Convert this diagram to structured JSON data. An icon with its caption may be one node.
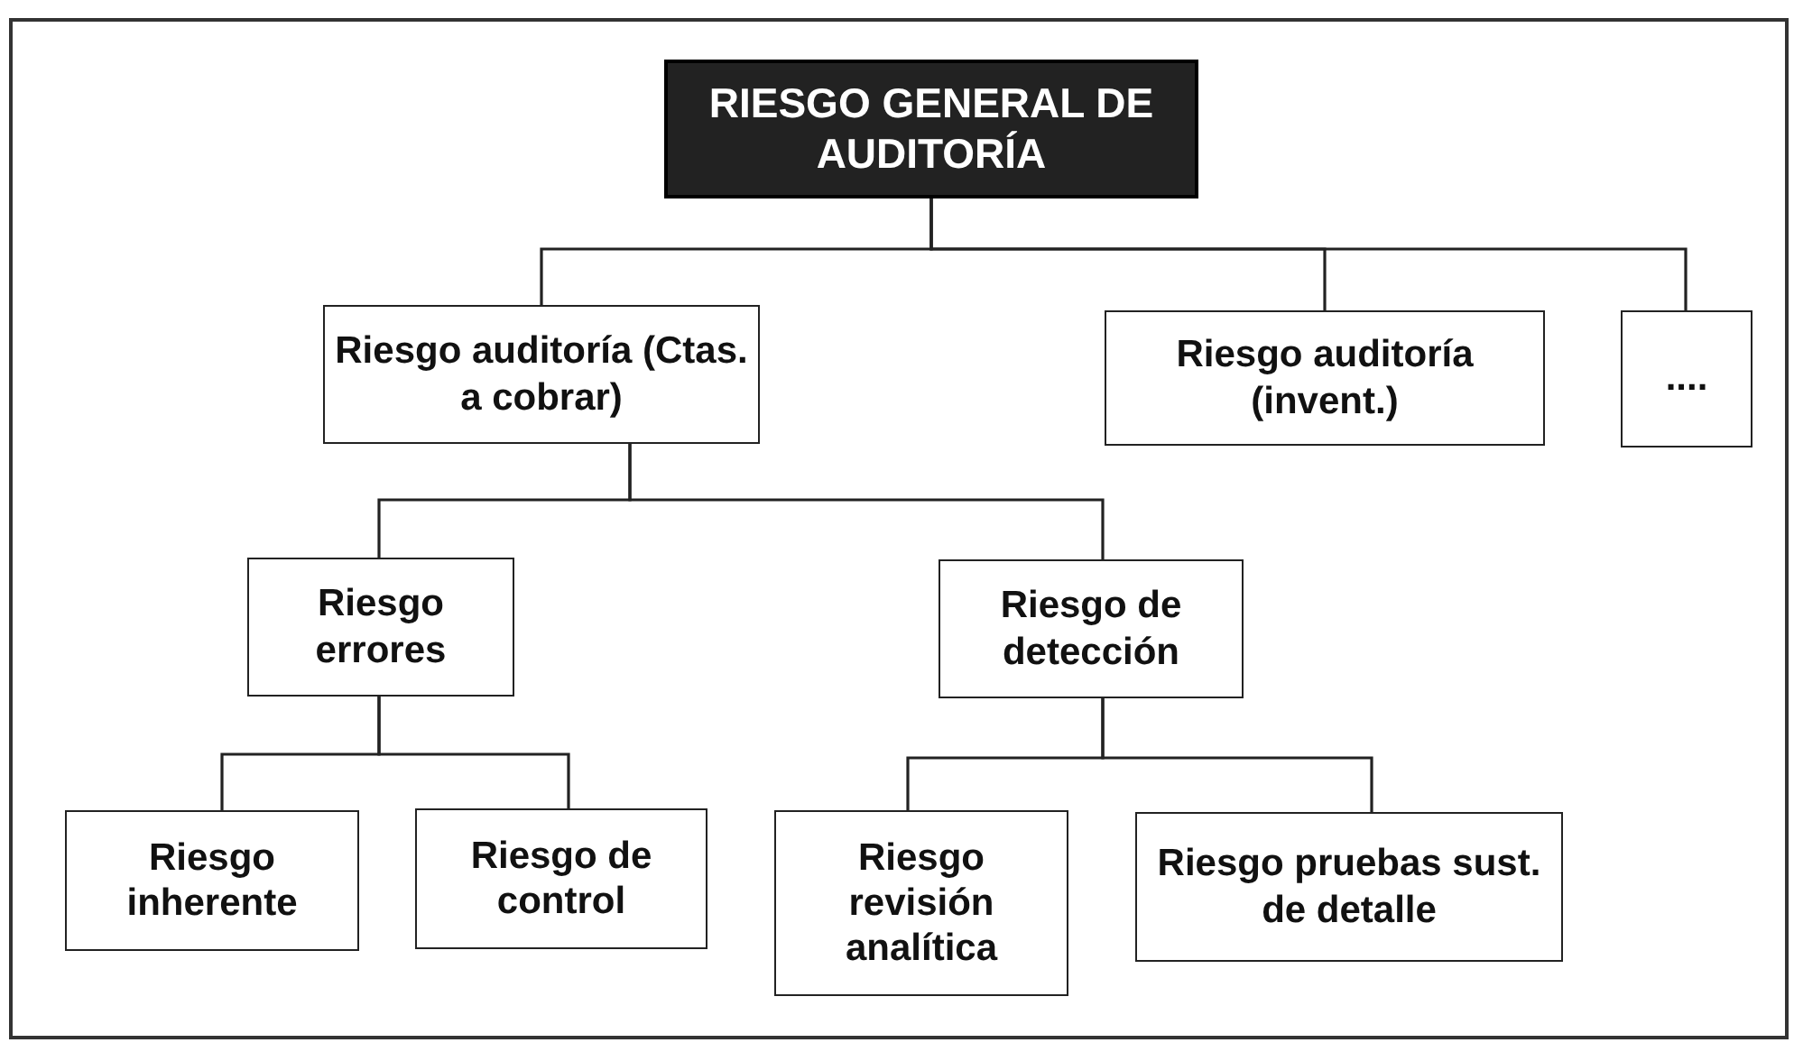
{
  "diagram": {
    "nodes": [
      {
        "text": [
          "RIESGO GENERAL DE AUDITORÍA"
        ]
      },
      {
        "text": [
          "Riesgo auditoría (Ctas. a cobrar)"
        ]
      },
      {
        "text": [
          "Riesgo auditoría (invent.)"
        ]
      },
      {
        "text": [
          "...."
        ]
      },
      {
        "text": [
          "Riesgo errores"
        ]
      },
      {
        "text": [
          "Riesgo de detección"
        ]
      },
      {
        "text": [
          "Riesgo inherente"
        ]
      },
      {
        "text": [
          "Riesgo de control"
        ]
      },
      {
        "text": [
          "Riesgo revisión analítica"
        ]
      },
      {
        "text": [
          "Riesgo pruebas sust. de detalle"
        ]
      }
    ],
    "edges": [
      {
        "from": 0,
        "to": 1,
        "arrow": "none"
      },
      {
        "from": 0,
        "to": 2,
        "arrow": "none"
      },
      {
        "from": 0,
        "to": 3,
        "arrow": "none"
      },
      {
        "from": 1,
        "to": 4,
        "arrow": "none"
      },
      {
        "from": 1,
        "to": 5,
        "arrow": "none"
      },
      {
        "from": 4,
        "to": 6,
        "arrow": "none"
      },
      {
        "from": 4,
        "to": 7,
        "arrow": "none"
      },
      {
        "from": 5,
        "to": 8,
        "arrow": "none"
      },
      {
        "from": 5,
        "to": 9,
        "arrow": "none"
      }
    ]
  }
}
